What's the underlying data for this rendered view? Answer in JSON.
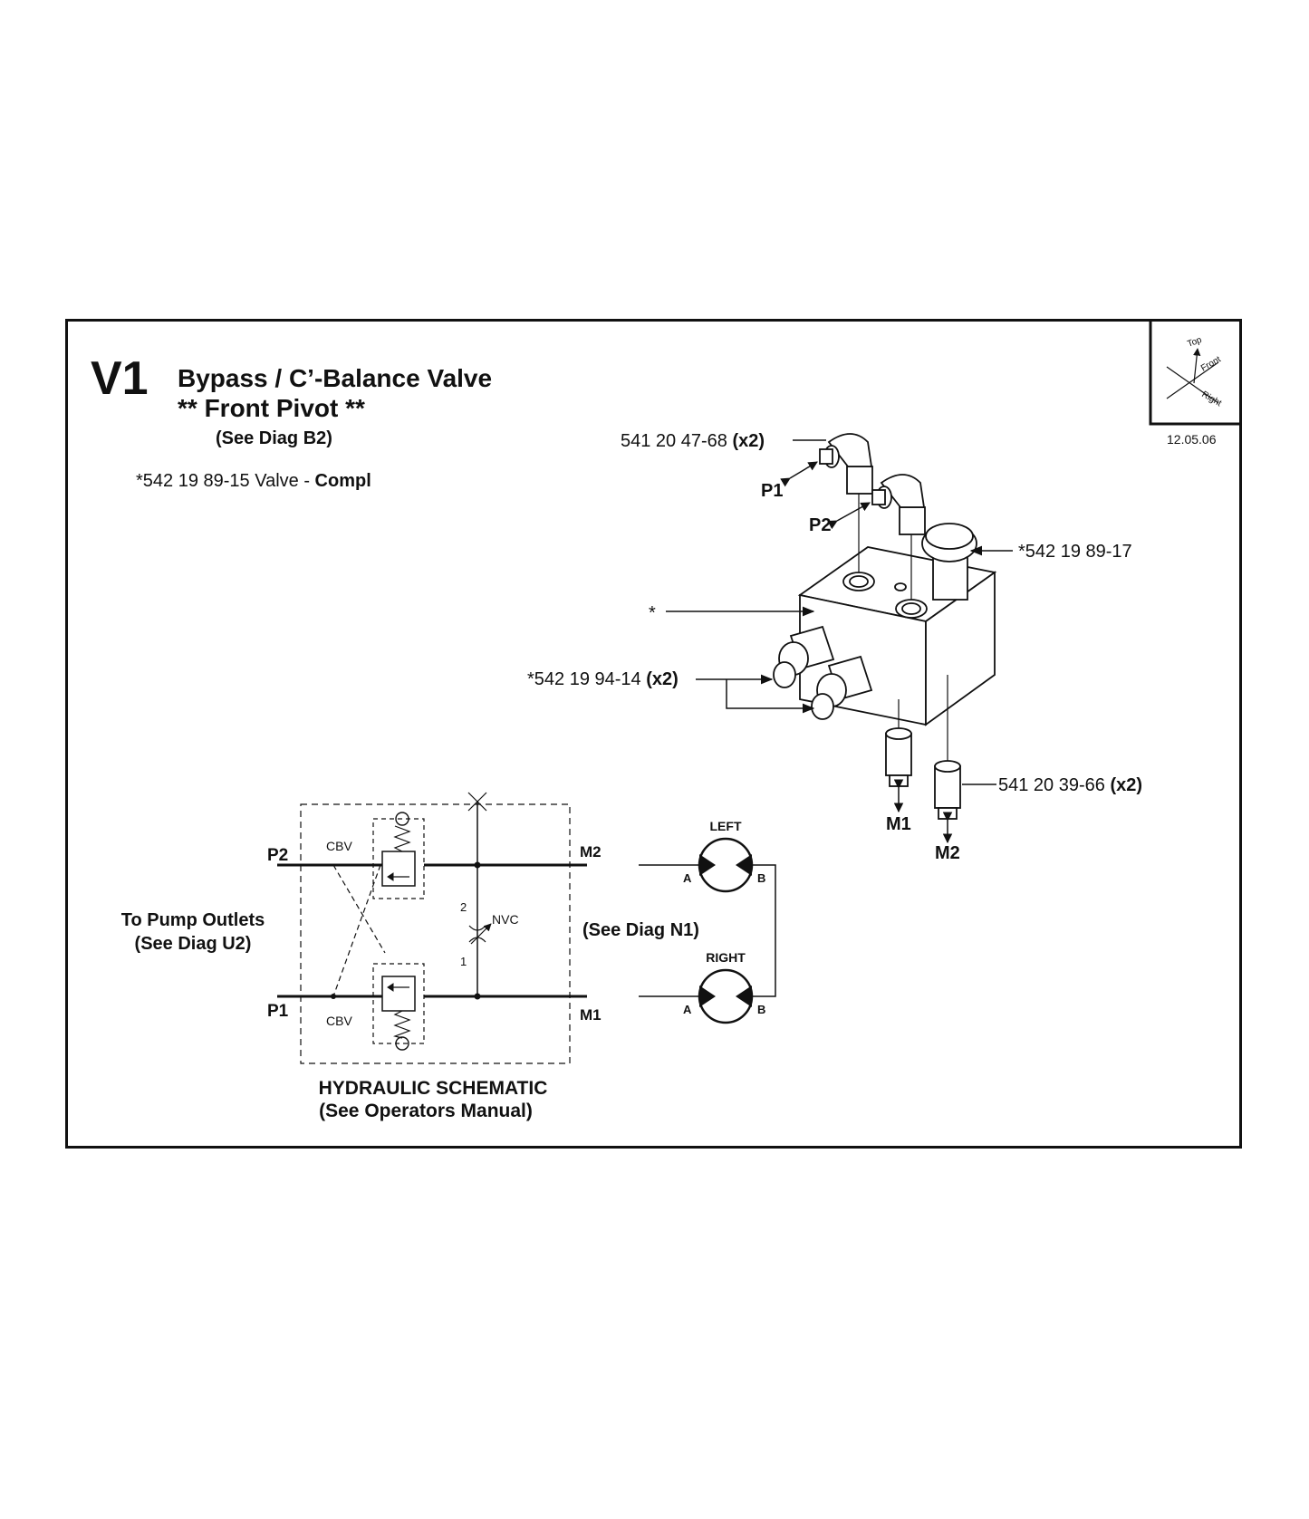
{
  "header": {
    "code": "V1",
    "title": "Bypass / C’-Balance Valve",
    "subtitle": "** Front Pivot **",
    "see_diag": "(See Diag B2)",
    "kit_prefix": "*542 19 89-15 Valve - ",
    "kit_bold": "Compl"
  },
  "orientation": {
    "top": "Top",
    "front": "Front",
    "right": "Right",
    "date": "12.05.06"
  },
  "parts": {
    "elbow_number": "541 20 47-68 ",
    "elbow_qty": "(x2)",
    "cap_number": "*542 19 89-17",
    "body_marker": "*",
    "cartridge_number": "*542 19 94-14 ",
    "cartridge_qty": "(x2)",
    "fitting_number": "541 20 39-66 ",
    "fitting_qty": "(x2)"
  },
  "ports": {
    "p1": "P1",
    "p2": "P2",
    "m1": "M1",
    "m2": "M2"
  },
  "schematic": {
    "cbv": "CBV",
    "nvc": "NVC",
    "num_2": "2",
    "num_1": "1",
    "pump_line1": "To Pump Outlets",
    "pump_line2": "(See Diag U2)",
    "see_n1": "(See Diag N1)",
    "left": "LEFT",
    "right": "RIGHT",
    "a": "A",
    "b": "B",
    "caption1": "HYDRAULIC SCHEMATIC",
    "caption2": "(See Operators Manual)"
  }
}
